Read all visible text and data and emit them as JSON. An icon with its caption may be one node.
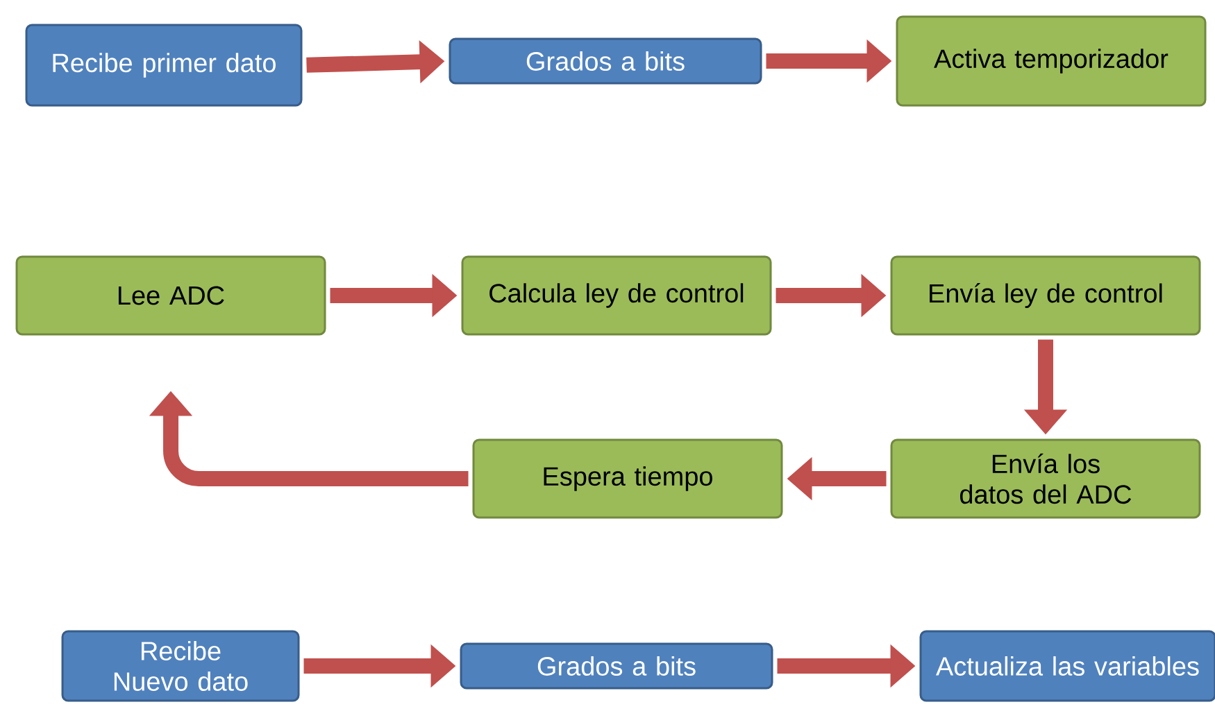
{
  "diagram": {
    "nodes": [
      {
        "text": [
          "Recibe primer dato"
        ]
      },
      {
        "text": [
          "Grados a bits"
        ]
      },
      {
        "text": [
          "Activa temporizador"
        ]
      },
      {
        "text": [
          "Lee ADC"
        ]
      },
      {
        "text": [
          "Calcula ley de control"
        ]
      },
      {
        "text": [
          "Envía ley de control"
        ]
      },
      {
        "text": [
          "Envía los datos del ADC"
        ]
      },
      {
        "text": [
          "Espera tiempo"
        ]
      },
      {
        "text": [
          "Recibe Nuevo dato"
        ]
      },
      {
        "text": [
          "Grados a bits"
        ]
      },
      {
        "text": [
          "Actualiza las variables"
        ]
      }
    ],
    "edges": [
      {
        "from": 0,
        "to": 1,
        "arrow": "to"
      },
      {
        "from": 1,
        "to": 2,
        "arrow": "to"
      },
      {
        "from": 3,
        "to": 4,
        "arrow": "to"
      },
      {
        "from": 4,
        "to": 5,
        "arrow": "to"
      },
      {
        "from": 5,
        "to": 6,
        "arrow": "to"
      },
      {
        "from": 6,
        "to": 7,
        "arrow": "to"
      },
      {
        "from": 7,
        "to": 3,
        "arrow": "to"
      },
      {
        "from": 8,
        "to": 9,
        "arrow": "to"
      },
      {
        "from": 9,
        "to": 10,
        "arrow": "to"
      }
    ]
  }
}
